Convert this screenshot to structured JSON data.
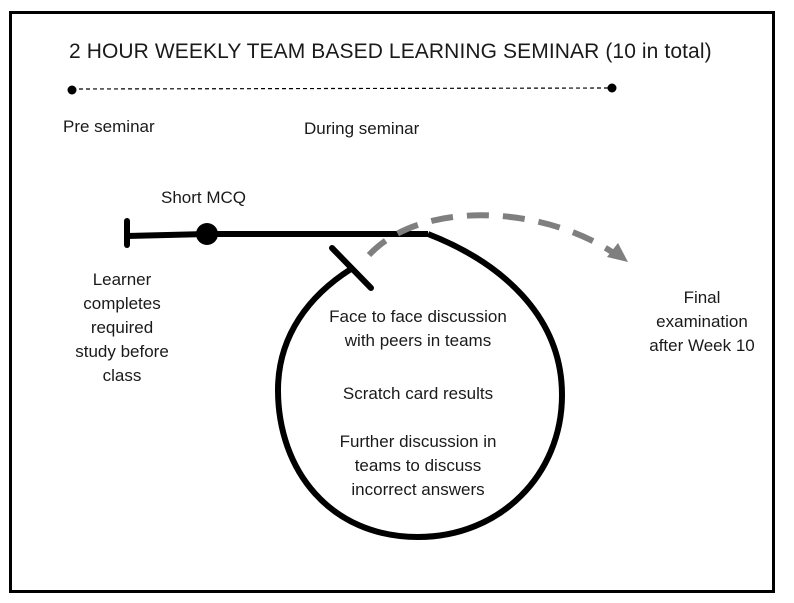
{
  "title": "2 HOUR WEEKLY TEAM BASED LEARNING SEMINAR (10 in total)",
  "timeline": {
    "pre_label": "Pre seminar",
    "during_label": "During seminar"
  },
  "steps": {
    "mcq_label": "Short MCQ",
    "study_label_lines": [
      "Learner",
      "completes",
      "required",
      "study before",
      "class"
    ],
    "loop_items": [
      {
        "lines": [
          "Face to face discussion",
          "with peers in teams"
        ]
      },
      {
        "lines": [
          "Scratch card results"
        ]
      },
      {
        "lines": [
          "Further discussion in",
          "teams to discuss",
          "incorrect answers"
        ]
      }
    ],
    "final_label_lines": [
      "Final",
      "examination",
      "after Week 10"
    ]
  },
  "colors": {
    "stroke": "#000000",
    "dashed_arrow": "#7f7f7f",
    "text": "#1a1a1a"
  }
}
